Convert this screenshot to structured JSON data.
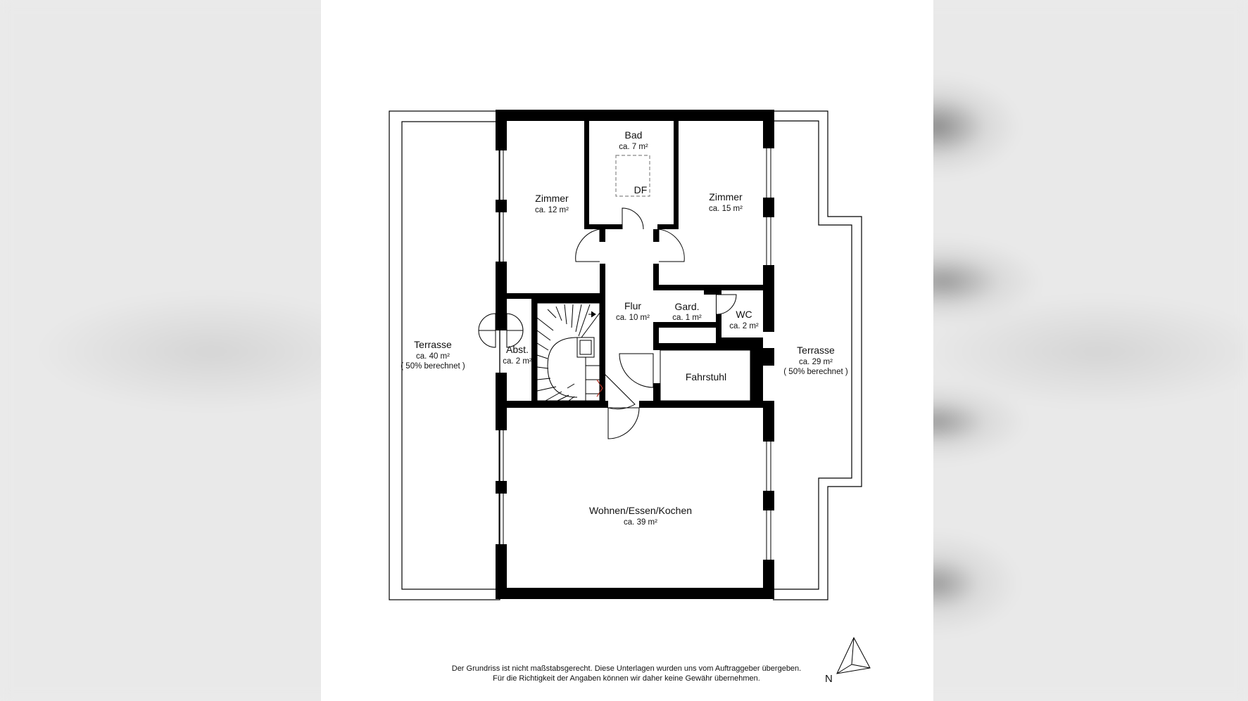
{
  "rooms": {
    "bad": {
      "name": "Bad",
      "area": "ca. 7 m²"
    },
    "df": "DF",
    "zimmer_left": {
      "name": "Zimmer",
      "area": "ca. 12 m²"
    },
    "zimmer_right": {
      "name": "Zimmer",
      "area": "ca. 15 m²"
    },
    "flur": {
      "name": "Flur",
      "area": "ca. 10 m²"
    },
    "gard": {
      "name": "Gard.",
      "area": "ca. 1 m²"
    },
    "wc": {
      "name": "WC",
      "area": "ca. 2 m²"
    },
    "abst": {
      "name": "Abst.",
      "area": "ca. 2 m²"
    },
    "fahrstuhl": {
      "name": "Fahrstuhl"
    },
    "terrasse_left": {
      "name": "Terrasse",
      "area": "ca. 40 m²",
      "note": "( 50% berechnet )"
    },
    "terrasse_right": {
      "name": "Terrasse",
      "area": "ca. 29 m²",
      "note": "( 50% berechnet )"
    },
    "wohnen": {
      "name": "Wohnen/Essen/Kochen",
      "area": "ca. 39 m²"
    }
  },
  "disclaimer": {
    "line1": "Der Grundriss ist nicht maßstabsgerecht. Diese Unterlagen wurden uns vom Auftraggeber übergeben.",
    "line2": "Für die Richtigkeit der Angaben können wir daher keine Gewähr übernehmen."
  },
  "compass": {
    "label": "N"
  },
  "colors": {
    "wall": "#000000",
    "background": "#ffffff",
    "stair_arrow": "#c0392b"
  }
}
